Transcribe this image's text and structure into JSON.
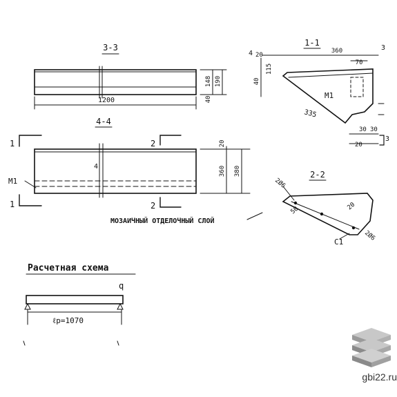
{
  "sections": {
    "s3": {
      "title": "3-3",
      "length": "1200",
      "dim_a": "148",
      "dim_b": "190",
      "dim_c": "40"
    },
    "s4": {
      "title": "4-4",
      "dim_a": "20",
      "dim_b": "360",
      "dim_c": "380",
      "mark_1": "1",
      "mark_2": "2",
      "mark_4": "4",
      "embed": "M1",
      "note": "МОЗАИЧНЫЙ ОТДЕЛОЧНЫЙ СЛОЙ"
    },
    "s1": {
      "title": "1-1",
      "overall": "360",
      "left_off": "20",
      "top_dim": "70",
      "h_left": "115",
      "h_small": "40",
      "slope": "335",
      "bottom_a": "30",
      "bottom_b": "30",
      "bottom_c": "20",
      "mark_3": "3",
      "mark_4": "4",
      "embed": "M1"
    },
    "s2": {
      "title": "2-2",
      "rebar_a": "2Ø6",
      "rebar_b": "2Ø6",
      "dim_a": "20",
      "dim_b": "50",
      "embed": "C1"
    }
  },
  "calc": {
    "title": "Расчетная схема",
    "load": "q",
    "span": "ℓp=1070"
  },
  "brand": {
    "site": "gbi22.ru",
    "logo": "layers-logo"
  }
}
